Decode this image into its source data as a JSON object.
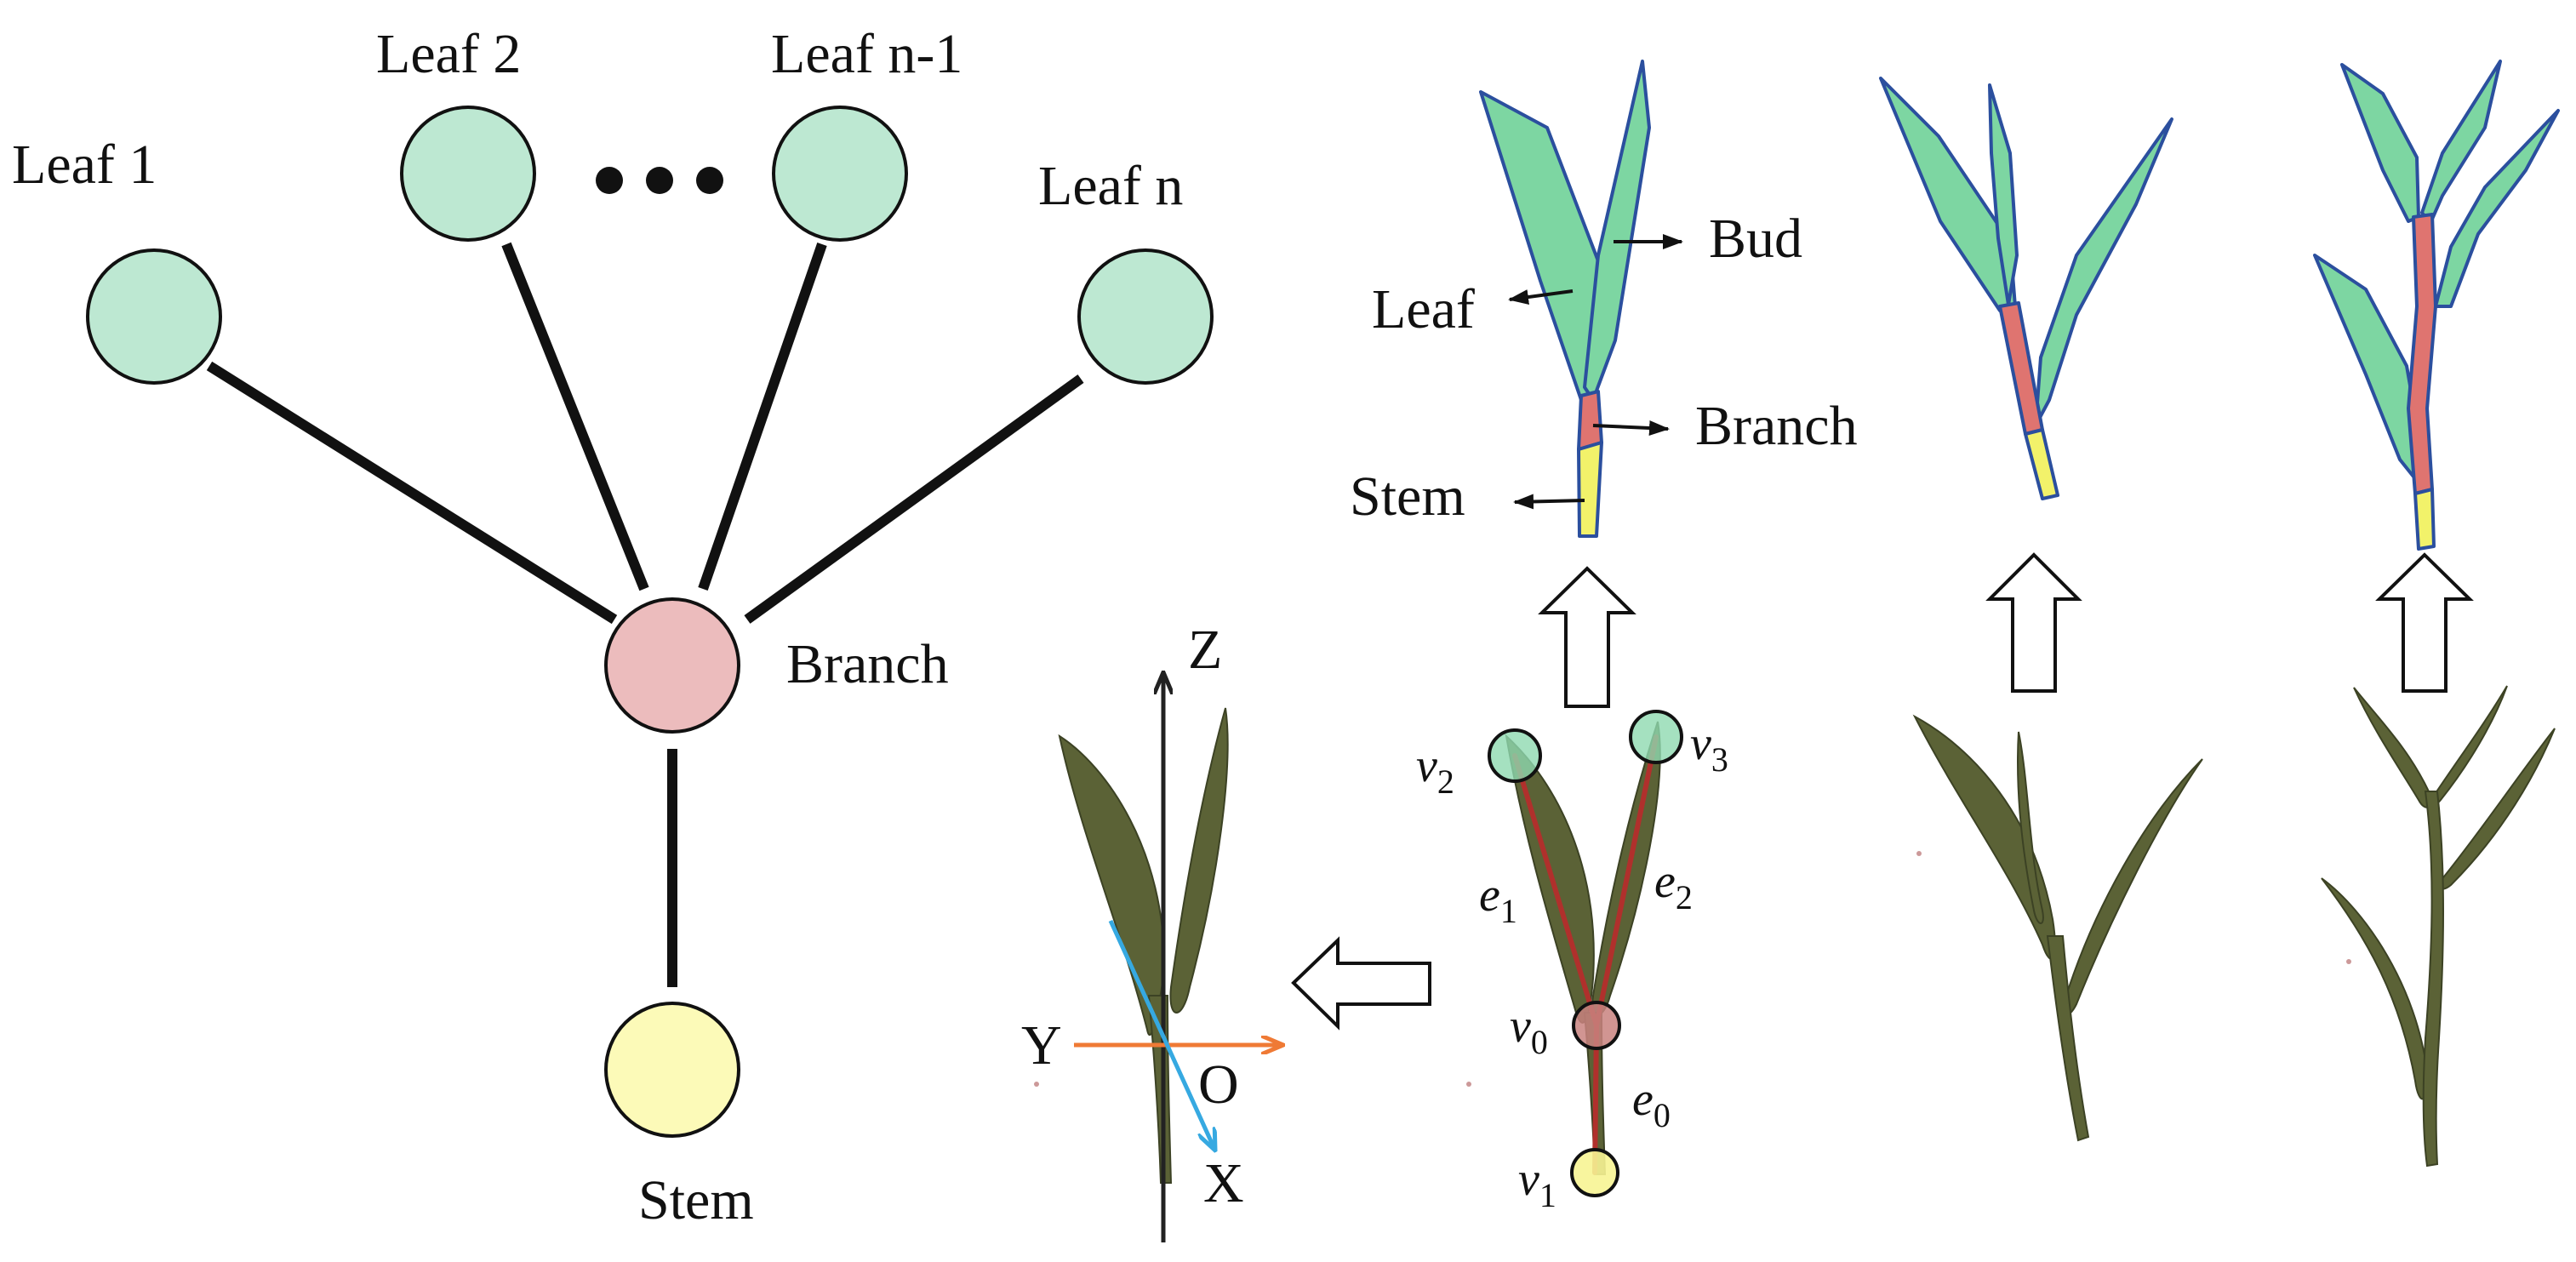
{
  "graph": {
    "leaf_1": "Leaf 1",
    "leaf_2": "Leaf 2",
    "leaf_n_minus_1": "Leaf n-1",
    "leaf_n": "Leaf n",
    "branch": "Branch",
    "stem": "Stem"
  },
  "segmentation": {
    "leaf": "Leaf",
    "bud": "Bud",
    "branch": "Branch",
    "stem": "Stem"
  },
  "axes": {
    "z": "Z",
    "y": "Y",
    "x": "X",
    "origin": "O"
  },
  "skeleton": {
    "v": "v",
    "e": "e",
    "v0_sub": "0",
    "v1_sub": "1",
    "v2_sub": "2",
    "v3_sub": "3",
    "e0_sub": "0",
    "e1_sub": "1",
    "e2_sub": "2"
  },
  "colors": {
    "leaf_node": "#bde8d2",
    "branch_node": "#ecbcbd",
    "stem_node": "#fcfab8",
    "leaf_fill": "#7dd6a2",
    "branch_fill": "#df7470",
    "stem_fill": "#f2f26a",
    "outline": "#2b4f9e",
    "y_axis": "#ef7a35",
    "x_axis": "#36a9e1",
    "skeleton_edge": "#b0302c",
    "tea_leaf": "#5b6236"
  }
}
